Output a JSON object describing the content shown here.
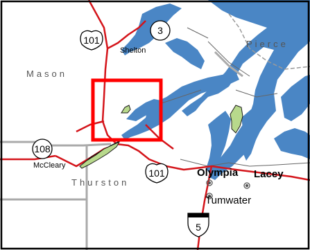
{
  "counties": {
    "mason": "Mason",
    "thurston": "Thurston",
    "pierce": "Pierce"
  },
  "cities": {
    "shelton": "Shelton",
    "mccleary": "McCleary",
    "olympia": "Olympia",
    "lacey": "Lacey",
    "tumwater": "Tumwater"
  },
  "highways": {
    "us101_north": "101",
    "us101_south": "101",
    "sr3": "3",
    "sr108": "108",
    "i5": "5"
  },
  "icons": {
    "interstate": "interstate-shield-icon",
    "us_route": "us-route-shield-icon",
    "state_route": "state-route-shield-icon",
    "city_marker": "city-marker-icon"
  },
  "colors": {
    "water": "#4a86c5",
    "highway": "#d4141a",
    "county_border": "#aaaaaa",
    "parcel": "#b8d98c",
    "highlight_box": "#ff0000",
    "frame": "#000000"
  }
}
